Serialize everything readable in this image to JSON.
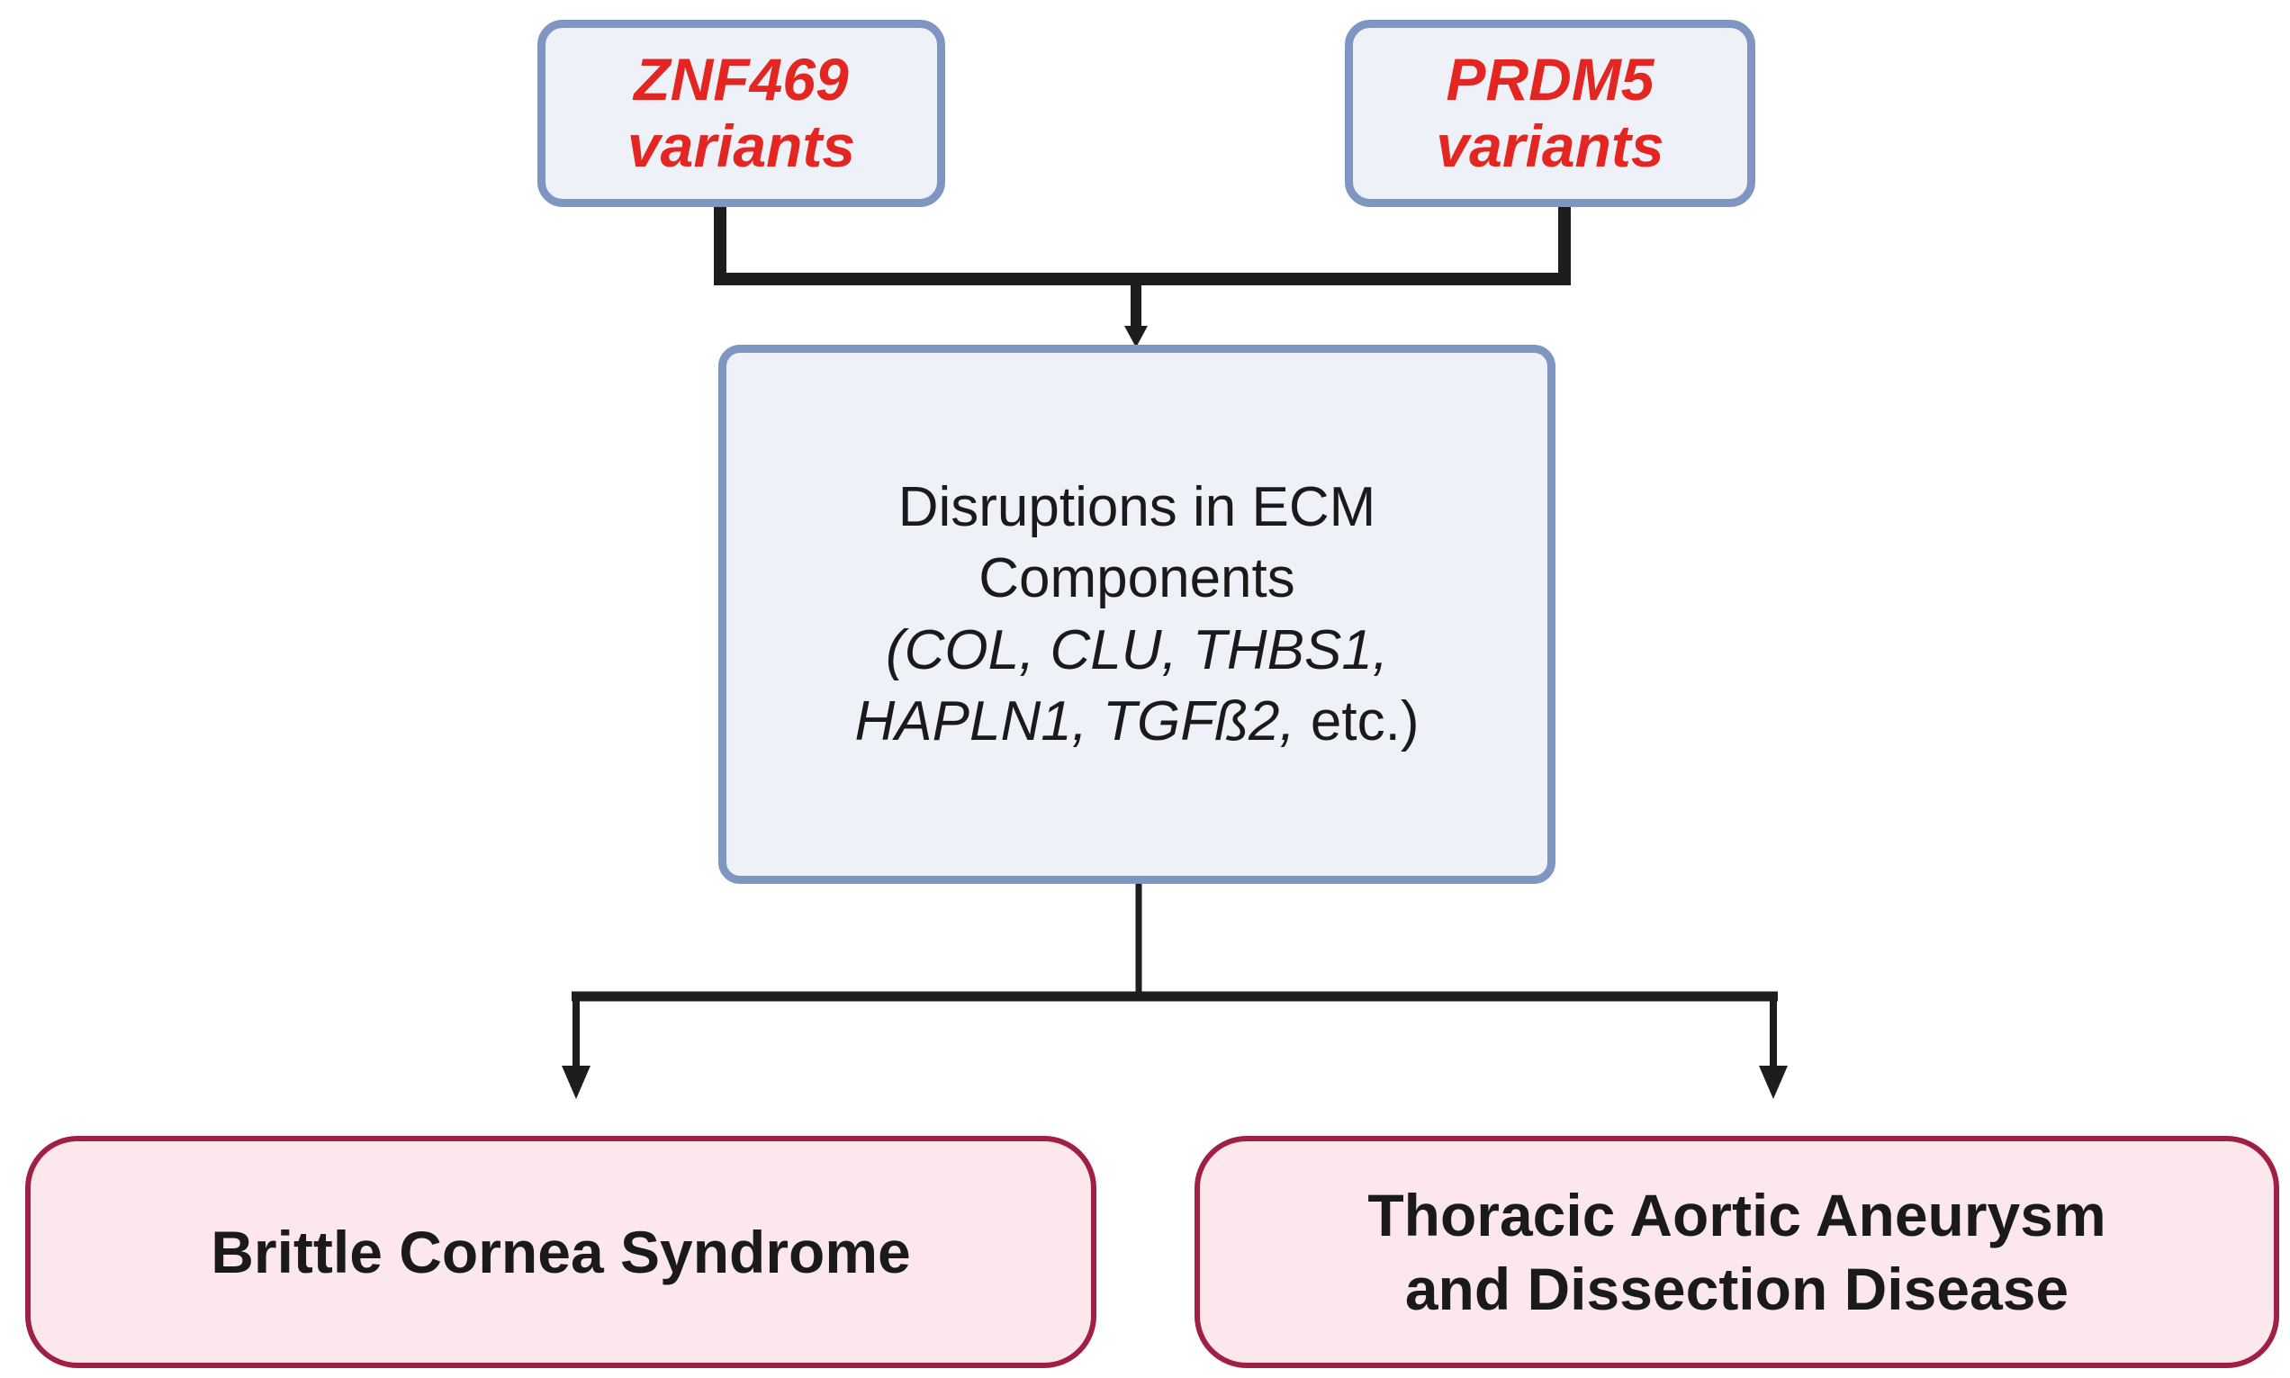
{
  "colors": {
    "background": "#ffffff",
    "gene_box_border": "#7e96c1",
    "gene_box_fill": "#eef1f7",
    "gene_text": "#e32621",
    "disease_box_border": "#a02045",
    "disease_box_fill": "#fce8ec",
    "body_text": "#1a1a1a",
    "connector": "#1d1d1d"
  },
  "nodes": {
    "znf469": {
      "line1": "ZNF469",
      "line2": "variants"
    },
    "prdm5": {
      "line1": "PRDM5",
      "line2": "variants"
    },
    "ecm": {
      "line1": "Disruptions in ECM",
      "line2": "Components",
      "line3_genes": "(COL, CLU, THBS1,",
      "line4_genes": "HAPLN1, TGFß2,",
      "line4_tail": " etc.)"
    },
    "bcs": {
      "label": "Brittle Cornea Syndrome"
    },
    "taad": {
      "line1": "Thoracic Aortic Aneurysm",
      "line2": "and Dissection Disease"
    }
  }
}
